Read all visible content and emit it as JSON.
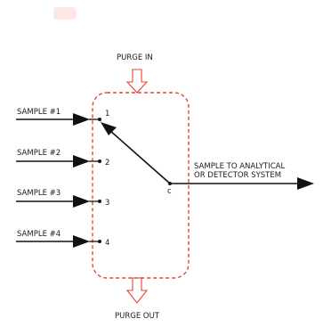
{
  "purge_in_label": "PURGE IN",
  "purge_out_label": "PURGE OUT",
  "inputs": [
    {
      "label": "SAMPLE #1",
      "port": "1"
    },
    {
      "label": "SAMPLE #2",
      "port": "2"
    },
    {
      "label": "SAMPLE #3",
      "port": "3"
    },
    {
      "label": "SAMPLE #4",
      "port": "4"
    }
  ],
  "common_port": "c",
  "output_label_line1": "SAMPLE TO ANALYTICAL",
  "output_label_line2": "OR DETECTOR SYSTEM",
  "selected_port": "1",
  "colors": {
    "housing": "#e8423a",
    "lines": "#111111",
    "artifact": "#f6c9c2"
  }
}
